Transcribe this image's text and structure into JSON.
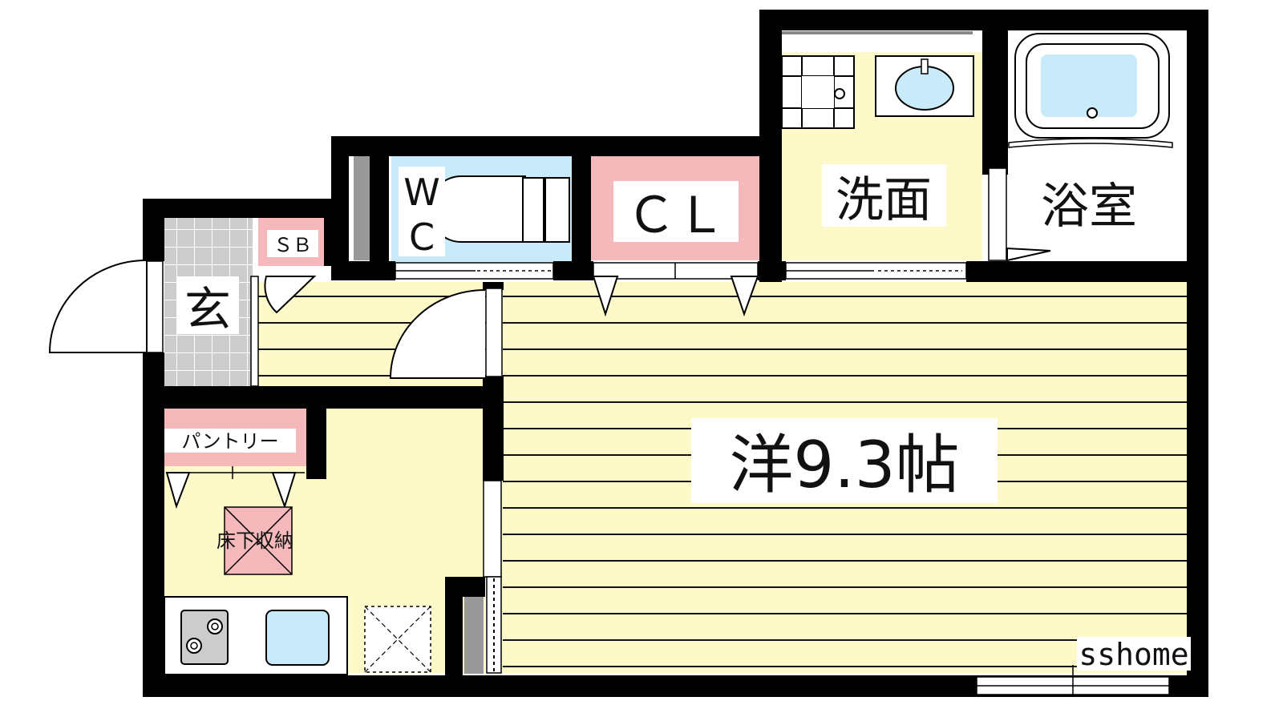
{
  "rooms": {
    "western": {
      "label": "洋9.3帖"
    },
    "bath": {
      "label": "浴室"
    },
    "washroom": {
      "label": "洗面"
    },
    "closet": {
      "label": "ＣＬ"
    },
    "toilet": {
      "label_line1": "W",
      "label_line2": "C"
    },
    "shoe_box": {
      "label": "ＳＢ"
    },
    "entrance": {
      "label": "玄"
    },
    "pantry": {
      "label": "パントリー"
    },
    "underfloor_storage": {
      "label": "床下収納"
    }
  },
  "watermark": {
    "text": "sshome"
  },
  "colors": {
    "floor_yellow": "#fdf9c9",
    "wet_blue": "#c9eaf8",
    "storage_pink": "#f6b9bb",
    "entrance_gray": "#cccccc",
    "wall": "#000000"
  }
}
